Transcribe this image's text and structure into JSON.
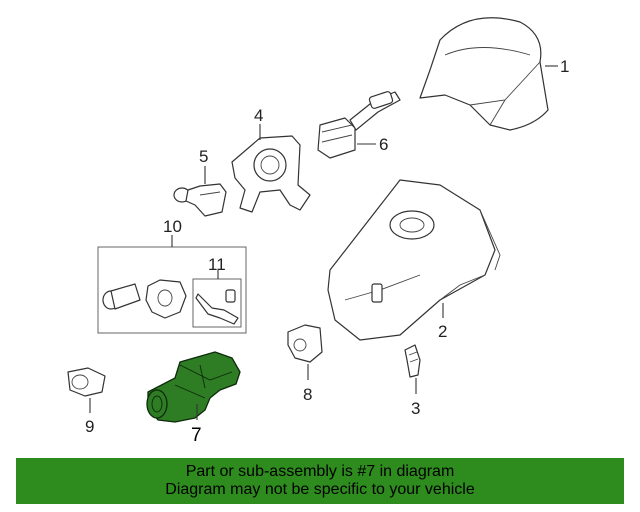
{
  "callouts": {
    "c1": "1",
    "c2": "2",
    "c3": "3",
    "c4": "4",
    "c5": "5",
    "c6": "6",
    "c7": "7",
    "c8": "8",
    "c9": "9",
    "c10": "10",
    "c11": "11"
  },
  "banner": {
    "line1": "Part or sub-assembly is #7 in diagram",
    "line2": "Diagram may not be specific to your vehicle"
  },
  "colors": {
    "highlight": "#2e7d24",
    "banner": "#2e8b1e"
  }
}
